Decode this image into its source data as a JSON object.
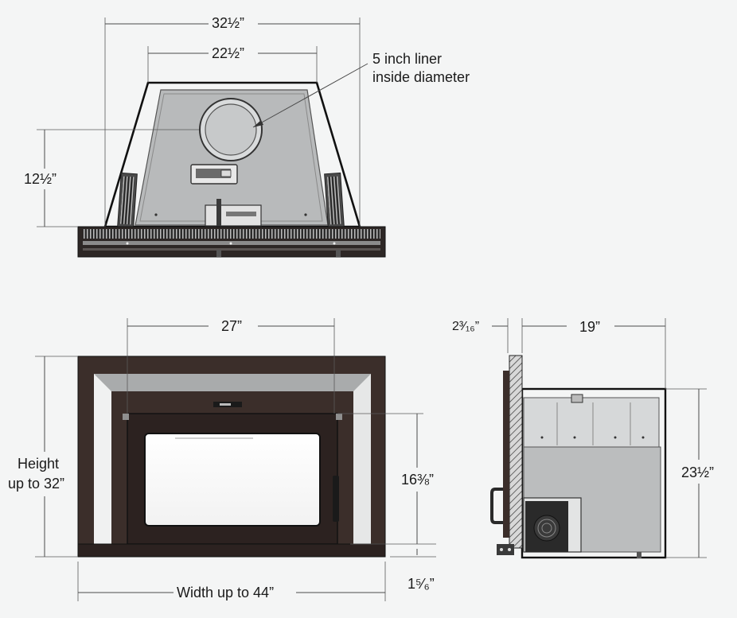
{
  "top_view": {
    "dim_width_outer": "32½”",
    "dim_width_inner": "22½”",
    "dim_depth": "12½”",
    "note_line1": "5 inch liner",
    "note_line2": "inside diameter"
  },
  "front_view": {
    "dim_door_width": "27”",
    "dim_glass_height": "16⅜”",
    "height_line1": "Height",
    "height_line2": "up to 32”",
    "width_label": "Width up to 44”",
    "dim_base": "1⁵⁄₆”"
  },
  "side_view": {
    "dim_face_depth": "2³⁄₁₆”",
    "dim_body_depth": "19”",
    "dim_height": "23½”"
  },
  "colors": {
    "surround": "#3b2e2a",
    "surround_light": "#c9cbcc",
    "body_grey": "#b9bbbc",
    "glass": "#ffffff",
    "dim_line": "#4a4a4a"
  }
}
